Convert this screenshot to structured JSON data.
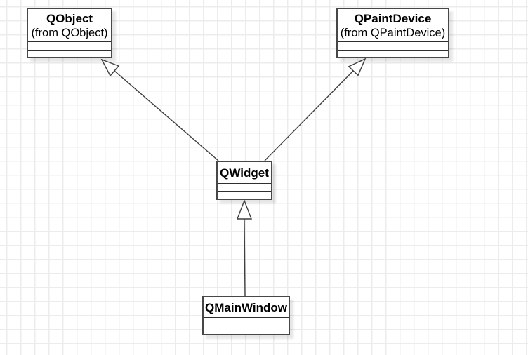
{
  "diagram": {
    "type": "uml-class-diagram",
    "classes": [
      {
        "name": "QObject",
        "package": "(from QObject)",
        "attributes": [],
        "operations": []
      },
      {
        "name": "QPaintDevice",
        "package": "(from QPaintDevice)",
        "attributes": [],
        "operations": []
      },
      {
        "name": "QWidget",
        "package": "",
        "attributes": [],
        "operations": []
      },
      {
        "name": "QMainWindow",
        "package": "",
        "attributes": [],
        "operations": []
      }
    ],
    "relations": [
      {
        "type": "generalization",
        "from": "QWidget",
        "to": "QObject"
      },
      {
        "type": "generalization",
        "from": "QWidget",
        "to": "QPaintDevice"
      },
      {
        "type": "generalization",
        "from": "QMainWindow",
        "to": "QWidget"
      }
    ],
    "colors": {
      "canvas_bg": "#ffffff",
      "grid_line": "#ececec",
      "box_fill": "#ffffff",
      "box_border": "#474747",
      "edge": "#3f3f3f",
      "text": "#000000"
    }
  }
}
